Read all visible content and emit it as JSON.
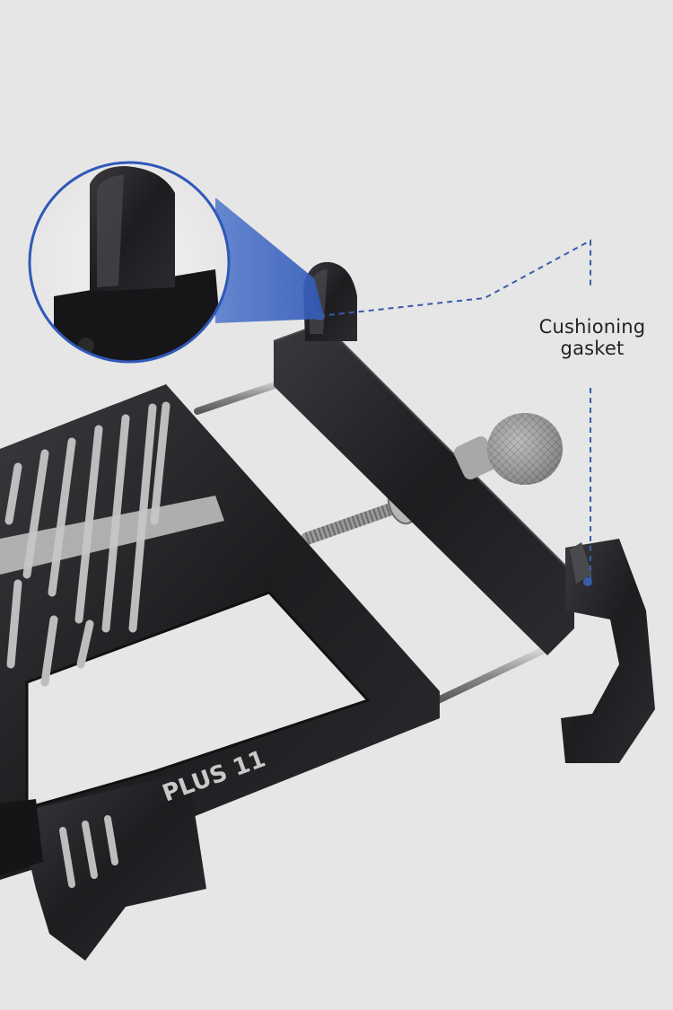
{
  "callout": {
    "line1": "Cushioning",
    "line2": "gasket"
  },
  "product": {
    "model_text": "PLUS 11"
  },
  "colors": {
    "background": "#e6e6e6",
    "metal": "#1f1f22",
    "accent_blue": "#3a5ca8",
    "highlight_blue": "#6f8fd6"
  }
}
